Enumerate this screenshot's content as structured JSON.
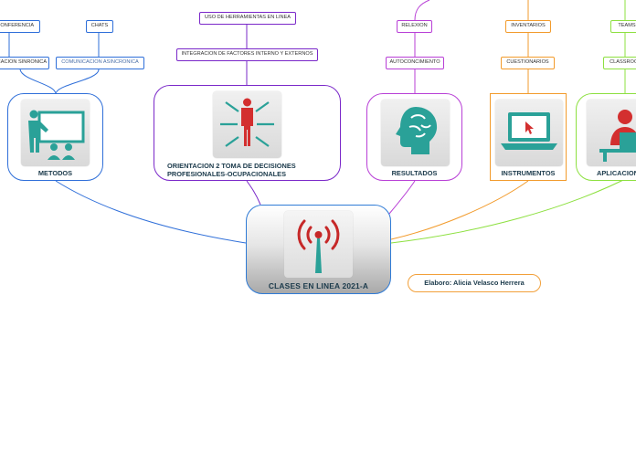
{
  "center": {
    "title": "CLASES EN LINEA 2021-A",
    "icon": "wifi-antenna-icon"
  },
  "author": {
    "label": "Elaboro: Alicia Velasco Herrera"
  },
  "branches": [
    {
      "id": "metodos",
      "label": "METODOS",
      "color": "#2f6fd9",
      "icon": "teacher-class-icon",
      "children": [
        "VIDEOCONFERENCIA",
        "CHATS",
        "COMUNICACION SINRONICA",
        "COMUNICACION ASINCRONICA"
      ]
    },
    {
      "id": "orientacion",
      "label": "ORIENTACION 2 TOMA DE DECISIONES PROFESIONALES-OCUPACIONALES",
      "color": "#7a28c9",
      "icon": "decision-person-icon",
      "children": [
        "USO DE HERRAMIENTAS EN LINEA",
        "INTEGRACION DE FACTORES INTERNO Y EXTERNOS"
      ]
    },
    {
      "id": "resultados",
      "label": "RESULTADOS",
      "color": "#b83fd6",
      "icon": "head-profile-icon",
      "children": [
        "RELEXION",
        "AUTOCONCIMIENTO"
      ]
    },
    {
      "id": "instrumentos",
      "label": "INSTRUMENTOS",
      "color": "#f29b2c",
      "icon": "laptop-cursor-icon",
      "children": [
        "INVENTARIOS",
        "CUESTIONARIOS"
      ]
    },
    {
      "id": "aplicacion",
      "label": "APLICACION",
      "color": "#8de040",
      "icon": "person-desk-icon",
      "children": [
        "TEAMS",
        "CLASSROOM"
      ]
    }
  ]
}
